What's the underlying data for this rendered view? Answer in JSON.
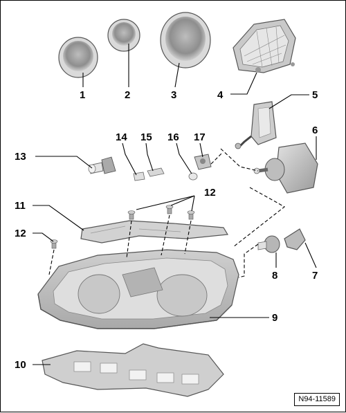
{
  "diagram": {
    "reference_code": "N94-11589",
    "callouts": [
      {
        "id": 1,
        "label": "1"
      },
      {
        "id": 2,
        "label": "2"
      },
      {
        "id": 3,
        "label": "3"
      },
      {
        "id": 4,
        "label": "4"
      },
      {
        "id": 5,
        "label": "5"
      },
      {
        "id": 6,
        "label": "6"
      },
      {
        "id": 7,
        "label": "7"
      },
      {
        "id": 8,
        "label": "8"
      },
      {
        "id": 9,
        "label": "9"
      },
      {
        "id": 10,
        "label": "10"
      },
      {
        "id": 11,
        "label": "11"
      },
      {
        "id": 12,
        "label": "12"
      },
      {
        "id": 13,
        "label": "13"
      },
      {
        "id": 14,
        "label": "14"
      },
      {
        "id": 15,
        "label": "15"
      },
      {
        "id": 16,
        "label": "16"
      },
      {
        "id": 17,
        "label": "17"
      }
    ],
    "extra_labels": [
      {
        "label": "12"
      }
    ]
  }
}
